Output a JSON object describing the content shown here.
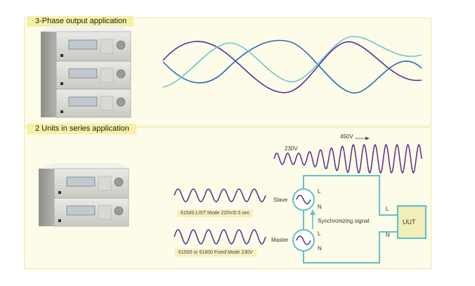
{
  "sections": [
    {
      "title": "3-Phase output application"
    },
    {
      "title": "2 Units in series application"
    }
  ],
  "captions": {
    "list_mode": "61500 LIST Mode 220V/0.5 sec",
    "fixed_mode": "61500 or 61600 Fixed Mode 230V"
  },
  "labels": {
    "v_low": "230V",
    "v_high": "450V",
    "slave": "Slave",
    "master": "Master",
    "sync": "Synchronizing signal",
    "uut": "UUT",
    "L": "L",
    "N": "N"
  },
  "colors": {
    "phase_a": "#5b2aa0",
    "phase_b": "#2b6bb0",
    "phase_c": "#6ec6cf",
    "wave_purple": "#5a2a8a",
    "wire": "#64c0c8",
    "panel_fill": "#fcfce9",
    "tag_fill": "#f7f0a6"
  }
}
